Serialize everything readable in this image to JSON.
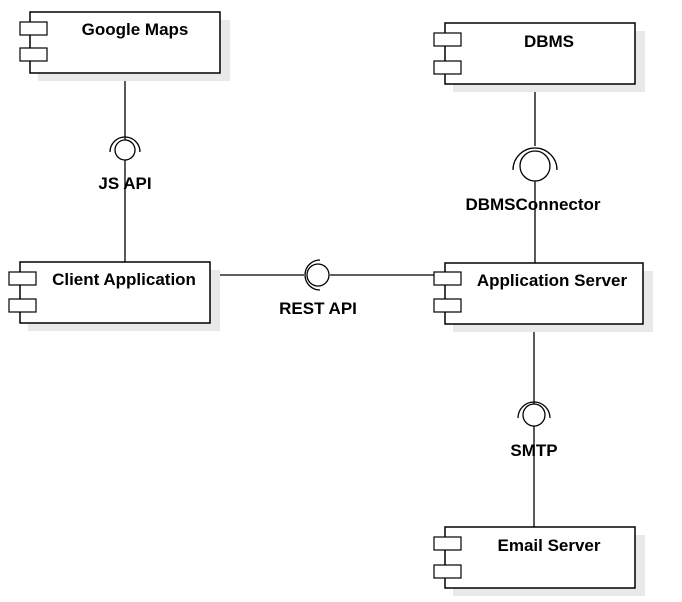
{
  "diagram": {
    "components": {
      "google_maps": "Google Maps",
      "dbms": "DBMS",
      "client_application": "Client Application",
      "application_server": "Application Server",
      "email_server": "Email Server"
    },
    "interfaces": {
      "js_api": "JS API",
      "dbms_connector": "DBMSConnector",
      "rest_api": "REST API",
      "smtp": "SMTP"
    }
  }
}
